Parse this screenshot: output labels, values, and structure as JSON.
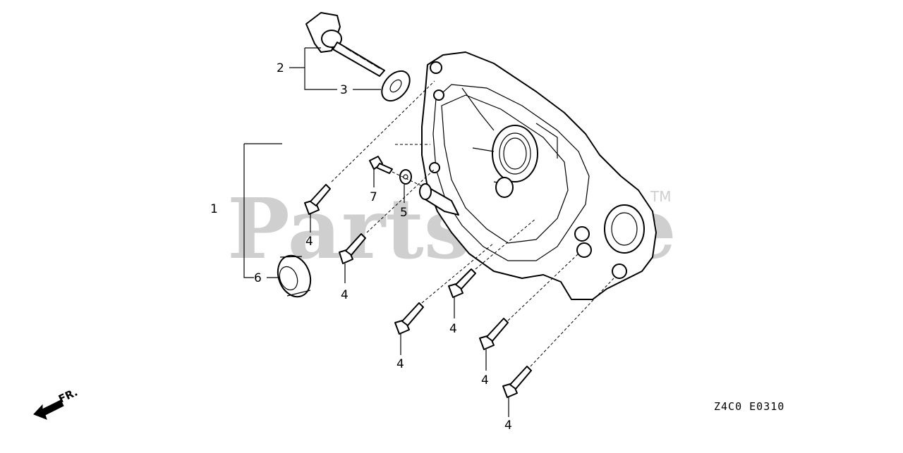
{
  "watermark": {
    "text": "PartsTree",
    "trademark": "TM"
  },
  "callouts": {
    "c1": "1",
    "c2": "2",
    "c3": "3",
    "c4a": "4",
    "c4b": "4",
    "c4c": "4",
    "c4d": "4",
    "c4e": "4",
    "c4f": "4",
    "c5": "5",
    "c6": "6",
    "c7": "7"
  },
  "direction_label": "FR.",
  "diagram_code": "Z4C0  E0310"
}
